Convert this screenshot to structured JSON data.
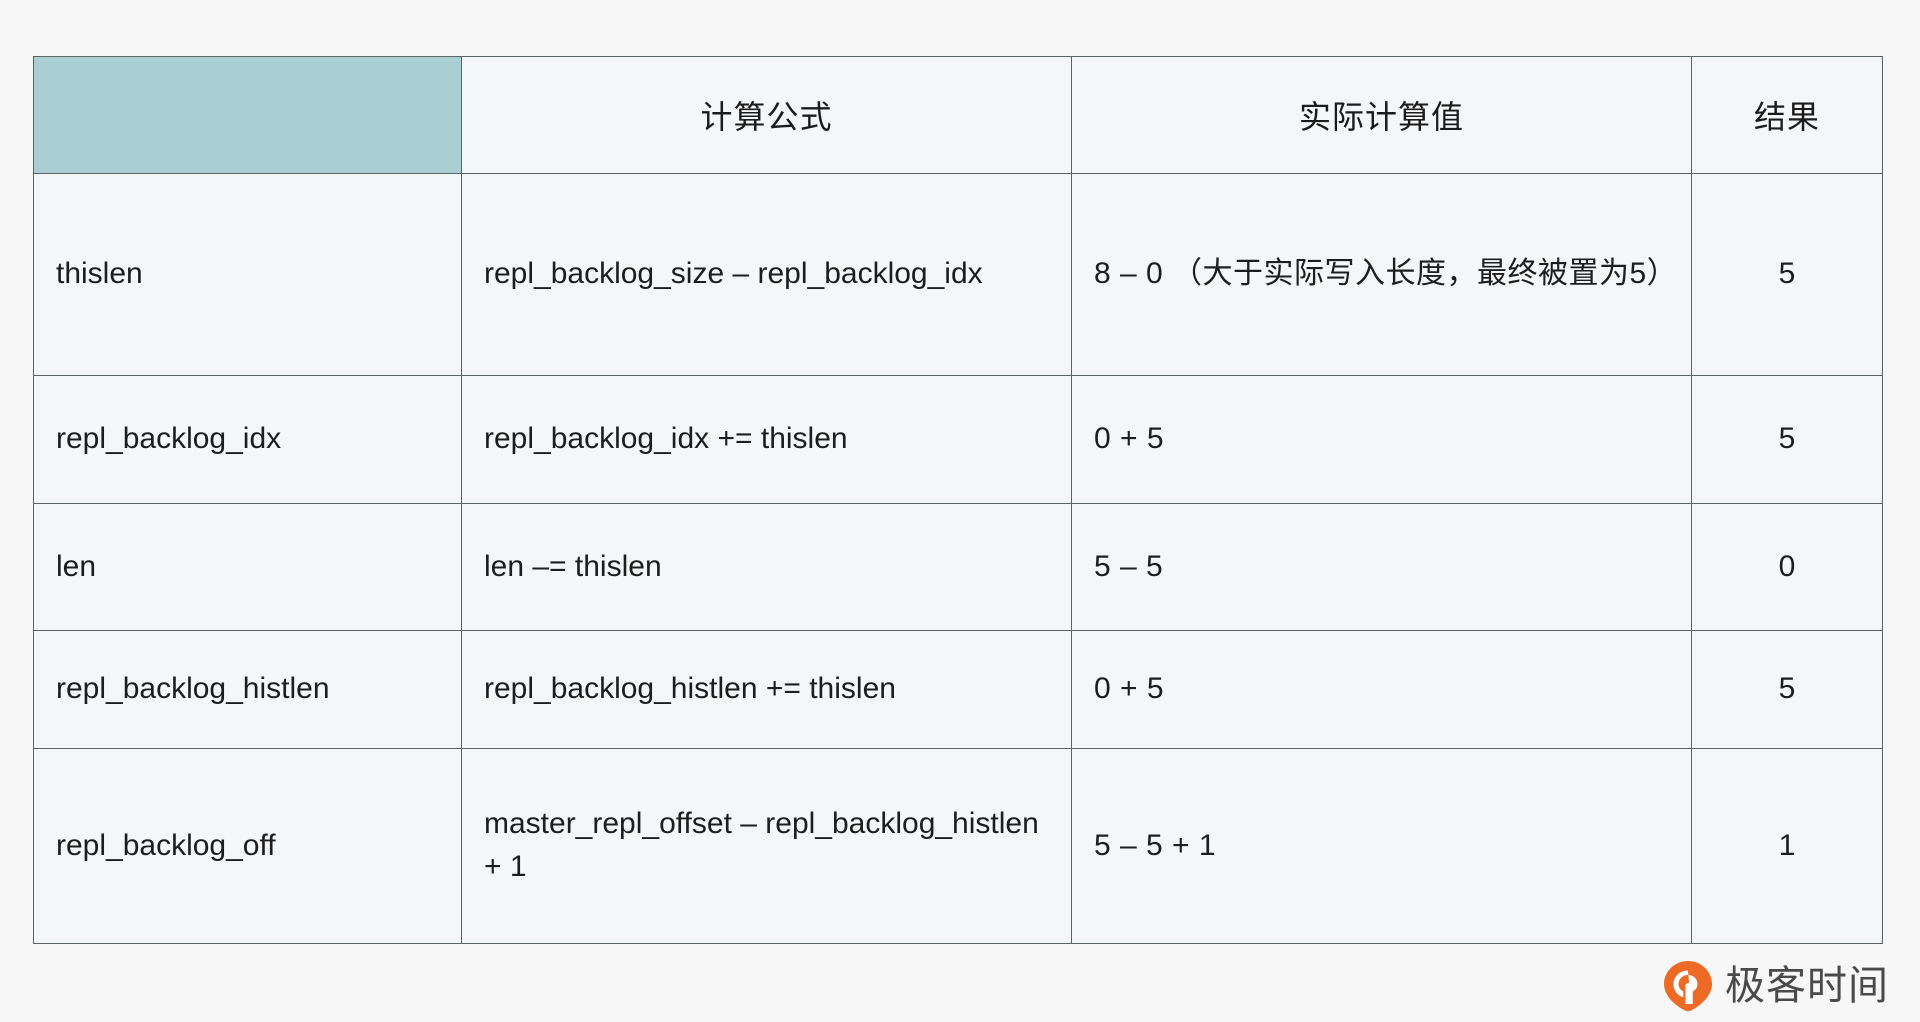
{
  "table": {
    "columns": [
      {
        "key": "name",
        "label": ""
      },
      {
        "key": "formula",
        "label": "计算公式"
      },
      {
        "key": "value",
        "label": "实际计算值"
      },
      {
        "key": "result",
        "label": "结果"
      }
    ],
    "rows": [
      {
        "name": "thislen",
        "formula": "repl_backlog_size – repl_backlog_idx",
        "value": "8 – 0 （大于实际写入长度，最终被置为5）",
        "result": "5"
      },
      {
        "name": "repl_backlog_idx",
        "formula": "repl_backlog_idx += thislen",
        "value": "0 + 5",
        "result": "5"
      },
      {
        "name": "len",
        "formula": "len –= thislen",
        "value": "5 – 5",
        "result": "0"
      },
      {
        "name": "repl_backlog_histlen",
        "formula": "repl_backlog_histlen += thislen",
        "value": "0 + 5",
        "result": "5"
      },
      {
        "name": "repl_backlog_off",
        "formula": "master_repl_offset – repl_backlog_histlen + 1",
        "value": "5 – 5 + 1",
        "result": "1"
      }
    ]
  },
  "branding": {
    "name": "极客时间",
    "logo_icon": "geektime-pin-icon"
  },
  "colors": {
    "header_background": "#aacfd2",
    "cell_background": "#f5f6f7",
    "page_background": "#f7f7f7",
    "border": "#5c6366",
    "text": "#1d1d1d",
    "logo_orange": "#ec6a26",
    "logo_text": "#4a4a4a"
  }
}
